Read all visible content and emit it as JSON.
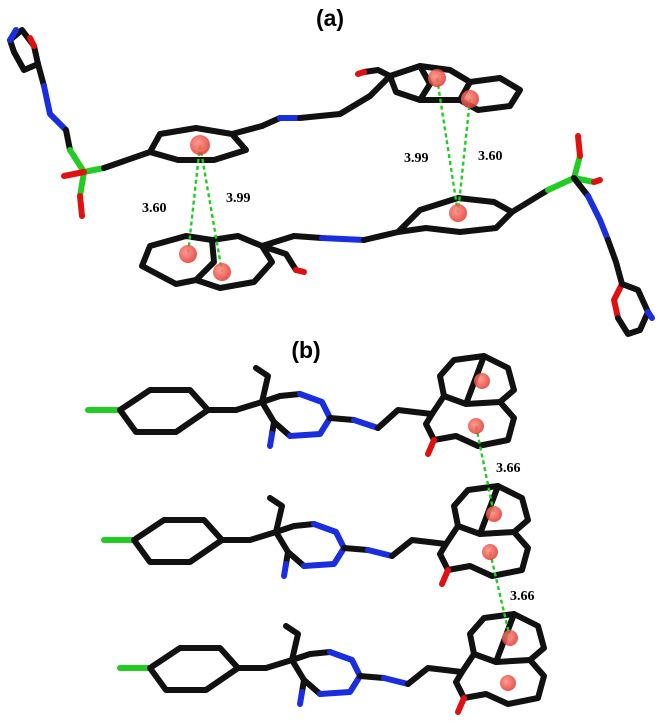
{
  "panels": [
    {
      "label": "(a)",
      "distances": [
        "3.60",
        "3.99",
        "3.99",
        "3.60"
      ]
    },
    {
      "label": "(b)",
      "distances": [
        "3.66",
        "3.66"
      ]
    }
  ],
  "colors": {
    "carbon": "#111111",
    "nitrogen": "#1a2ee0",
    "oxygen": "#e01010",
    "chlorine": "#22cc22",
    "centroid": "#e8433a",
    "contact_line": "#22cc22"
  }
}
